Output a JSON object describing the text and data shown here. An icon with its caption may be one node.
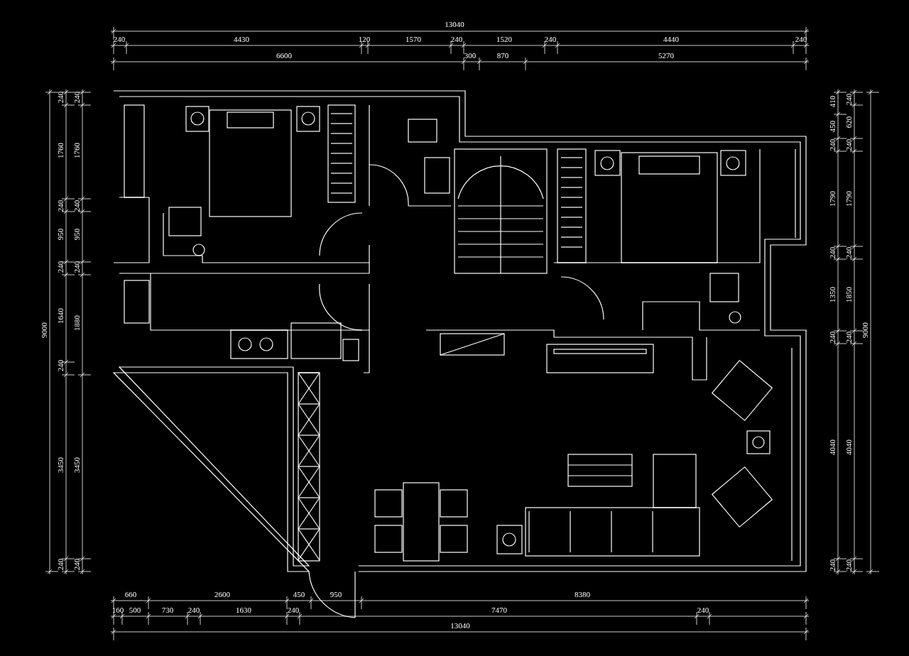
{
  "diagram": {
    "labels": [
      "13040",
      "240",
      "4430",
      "120",
      "1570",
      "240",
      "1520",
      "240",
      "4440",
      "240",
      "6600",
      "300",
      "870",
      "5270",
      "9000",
      "240",
      "1760",
      "240",
      "950",
      "240",
      "1640",
      "240",
      "3450",
      "240",
      "240",
      "1760",
      "240",
      "950",
      "240",
      "1880",
      "3450",
      "240",
      "410",
      "450",
      "240",
      "1790",
      "240",
      "1350",
      "240",
      "4040",
      "240",
      "240",
      "620",
      "240",
      "1790",
      "240",
      "1850",
      "240",
      "4040",
      "240",
      "9000",
      "660",
      "2600",
      "450",
      "950",
      "8380",
      "160",
      "500",
      "730",
      "240",
      "1630",
      "240",
      "7470",
      "240",
      "13040"
    ]
  }
}
